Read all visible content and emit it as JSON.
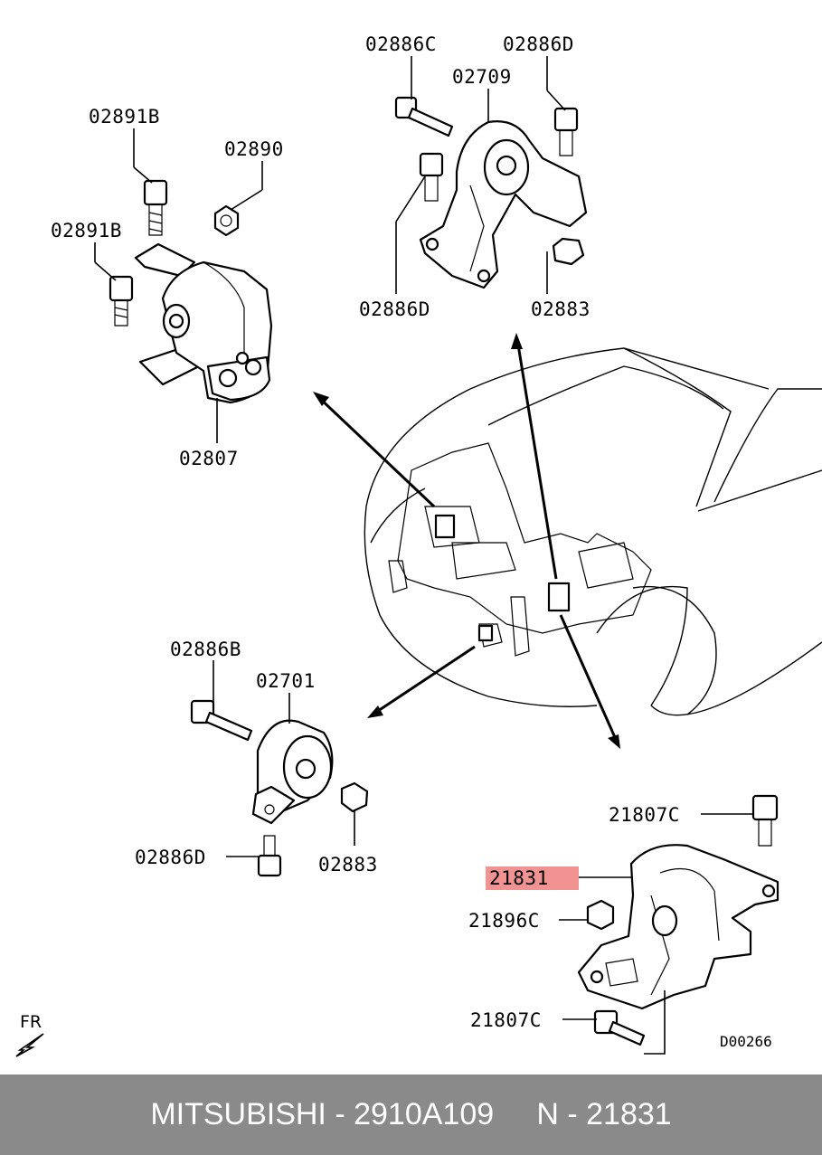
{
  "diagram": {
    "labels": {
      "l_02886C": "02886C",
      "l_02886D_top": "02886D",
      "l_02709": "02709",
      "l_02891B_a": "02891B",
      "l_02890": "02890",
      "l_02891B_b": "02891B",
      "l_02886D_mid": "02886D",
      "l_02883_top": "02883",
      "l_02807": "02807",
      "l_02886B": "02886B",
      "l_02701": "02701",
      "l_02886D_low": "02886D",
      "l_02883_low": "02883",
      "l_21807C_top": "21807C",
      "l_21831": "21831",
      "l_21896C": "21896C",
      "l_21807C_low": "21807C"
    },
    "diagram_code": "D00266",
    "front_marker": "FR",
    "highlight_color": "#f08080"
  },
  "footer": {
    "text": "MITSUBISHI - 2910A109     N - 21831",
    "background": "#8a8a8a"
  }
}
